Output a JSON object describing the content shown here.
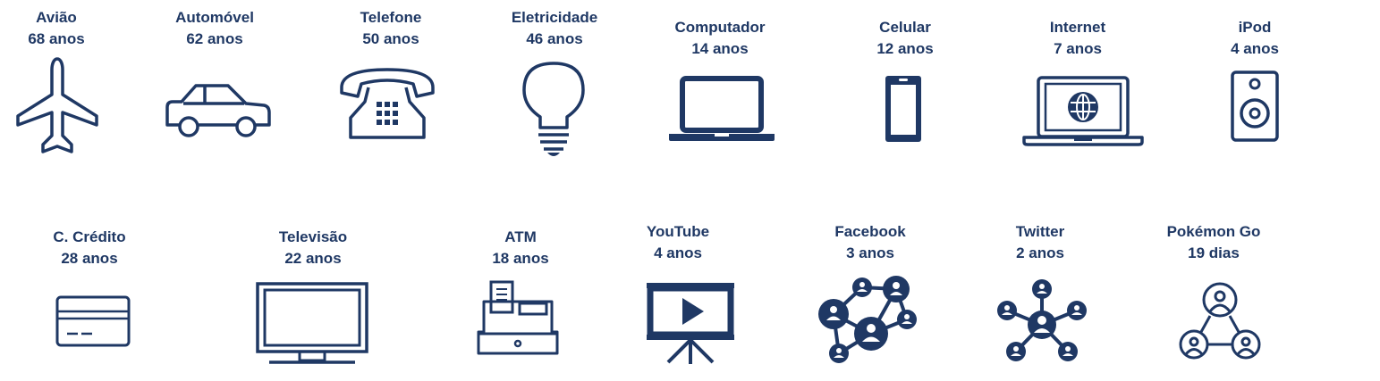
{
  "accent_color": "#1f3864",
  "items": [
    {
      "name": "Avião",
      "duration": "68 anos",
      "icon": "airplane-icon"
    },
    {
      "name": "Automóvel",
      "duration": "62 anos",
      "icon": "car-icon"
    },
    {
      "name": "Telefone",
      "duration": "50 anos",
      "icon": "telephone-icon"
    },
    {
      "name": "Eletricidade",
      "duration": "46 anos",
      "icon": "lightbulb-icon"
    },
    {
      "name": "Computador",
      "duration": "14 anos",
      "icon": "laptop-icon"
    },
    {
      "name": "Celular",
      "duration": "12 anos",
      "icon": "mobile-phone-icon"
    },
    {
      "name": "Internet",
      "duration": "7 anos",
      "icon": "laptop-globe-icon"
    },
    {
      "name": "iPod",
      "duration": "4 anos",
      "icon": "speaker-icon"
    },
    {
      "name": "C. Crédito",
      "duration": "28 anos",
      "icon": "credit-card-icon"
    },
    {
      "name": "Televisão",
      "duration": "22 anos",
      "icon": "television-icon"
    },
    {
      "name": "ATM",
      "duration": "18 anos",
      "icon": "cash-register-icon"
    },
    {
      "name": "YouTube",
      "duration": "4 anos",
      "icon": "video-presentation-icon"
    },
    {
      "name": "Facebook",
      "duration": "3 anos",
      "icon": "social-network-icon"
    },
    {
      "name": "Twitter",
      "duration": "2 anos",
      "icon": "network-hub-icon"
    },
    {
      "name": "Pokémon Go",
      "duration": "19 dias",
      "icon": "user-group-icon"
    }
  ]
}
